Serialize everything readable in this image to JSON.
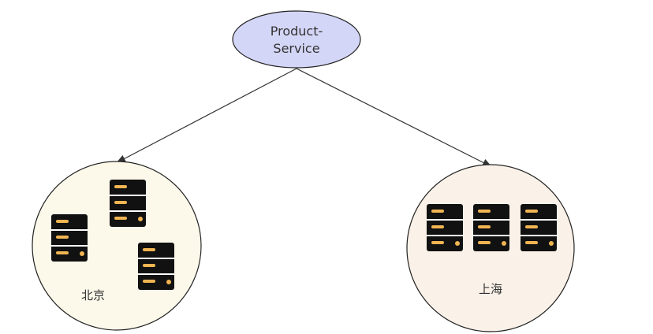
{
  "diagram": {
    "service": {
      "label_line1": "Product-",
      "label_line2": "Service",
      "fill": "#D4D6F7",
      "stroke": "#222222"
    },
    "regions": [
      {
        "label": "北京",
        "fill": "#FCF9EA",
        "server_count": 3
      },
      {
        "label": "上海",
        "fill": "#FAF1E8",
        "server_count": 3
      }
    ],
    "colors": {
      "server_body": "#111111",
      "server_slot": "#F0B552",
      "edge": "#333333"
    },
    "icons": [
      "server-icon"
    ]
  }
}
